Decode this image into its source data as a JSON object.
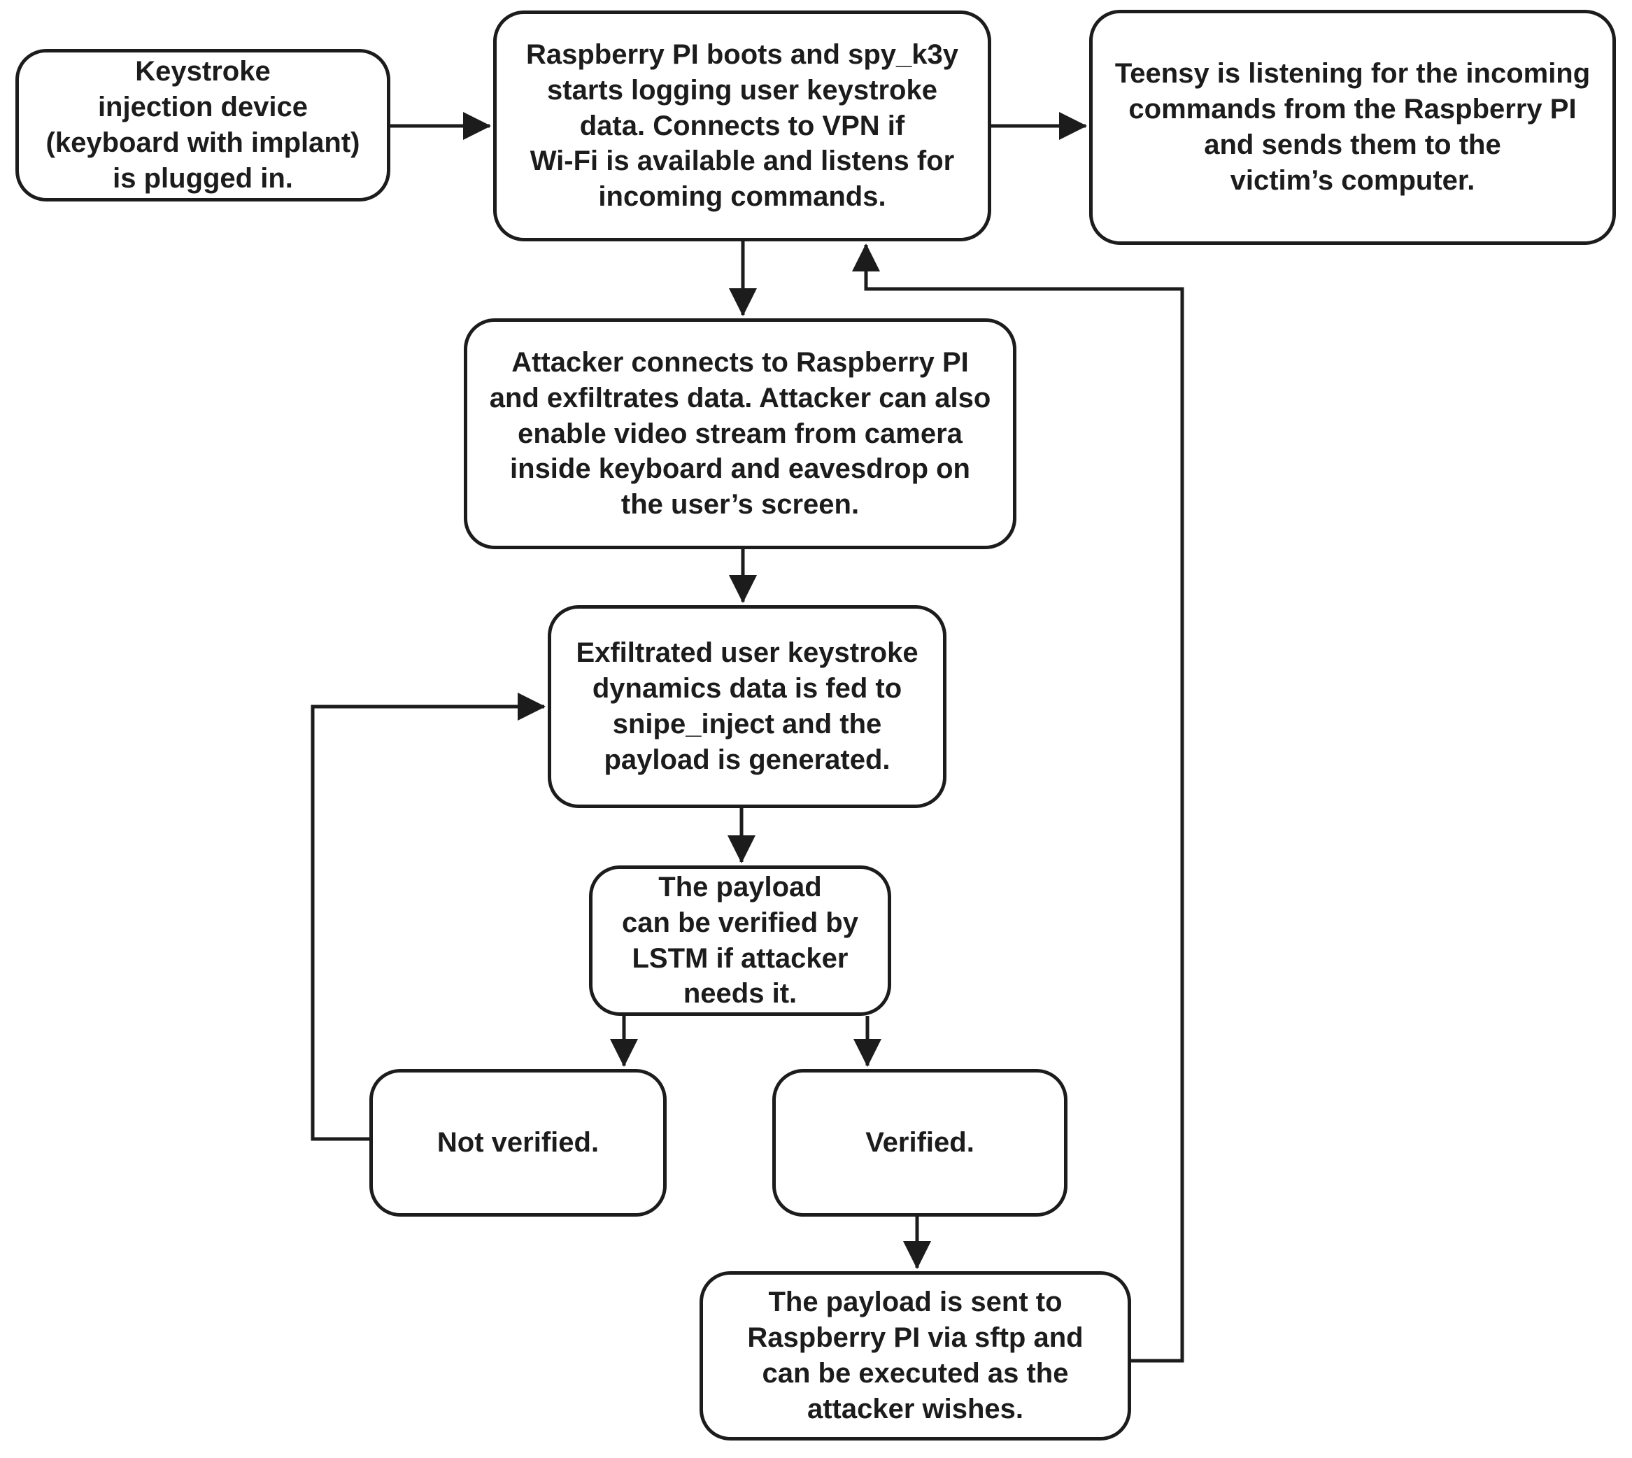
{
  "diagram": {
    "background_color": "#ffffff",
    "node_fill_color": "#ffffff",
    "node_border_color": "#1c1c1c",
    "text_color": "#1c1c1c",
    "nodes": [
      {
        "id": "keystroke-device",
        "text": "Keystroke\ninjection device\n(keyboard with implant)\nis plugged in."
      },
      {
        "id": "raspberry-pi-boots",
        "text": "Raspberry PI boots and spy_k3y\nstarts logging user keystroke\ndata. Connects to VPN if\nWi-Fi is available and listens for\nincoming commands."
      },
      {
        "id": "teensy-listening",
        "text": "Teensy is listening for the incoming\ncommands from the Raspberry PI\nand sends them to the\nvictim’s computer."
      },
      {
        "id": "attacker-connects",
        "text": "Attacker connects to Raspberry PI\nand exfiltrates data. Attacker can also\nenable video stream from camera\ninside keyboard and eavesdrop on\nthe user’s screen."
      },
      {
        "id": "snipe-inject",
        "text": "Exfiltrated user keystroke\ndynamics data is fed to\nsnipe_inject and the\npayload is generated."
      },
      {
        "id": "lstm-verify",
        "text": "The payload\ncan be verified by\nLSTM if attacker\nneeds it."
      },
      {
        "id": "not-verified",
        "text": "Not verified."
      },
      {
        "id": "verified",
        "text": "Verified."
      },
      {
        "id": "payload-sent",
        "text": "The payload is sent to\nRaspberry PI via sftp and\ncan be executed as the\nattacker wishes."
      }
    ],
    "edges": [
      {
        "from": "keystroke-device",
        "to": "raspberry-pi-boots"
      },
      {
        "from": "raspberry-pi-boots",
        "to": "teensy-listening"
      },
      {
        "from": "raspberry-pi-boots",
        "to": "attacker-connects"
      },
      {
        "from": "attacker-connects",
        "to": "snipe-inject"
      },
      {
        "from": "snipe-inject",
        "to": "lstm-verify"
      },
      {
        "from": "lstm-verify",
        "to": "not-verified"
      },
      {
        "from": "lstm-verify",
        "to": "verified"
      },
      {
        "from": "not-verified",
        "to": "snipe-inject"
      },
      {
        "from": "verified",
        "to": "payload-sent"
      },
      {
        "from": "payload-sent",
        "to": "raspberry-pi-boots"
      }
    ]
  }
}
